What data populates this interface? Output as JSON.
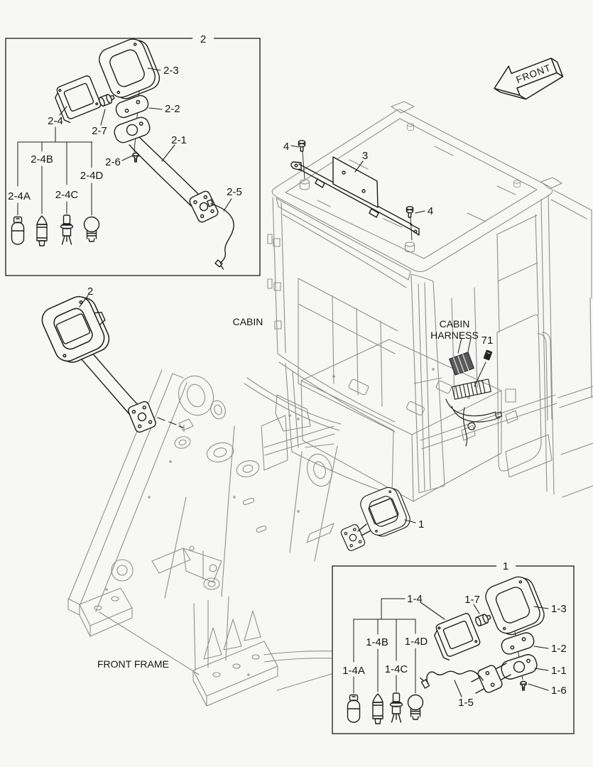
{
  "colors": {
    "background": "#f7f7f6",
    "machine_line": "#8f8f8f",
    "part_line": "#1e1e1e",
    "text": "#161616"
  },
  "front_arrow": {
    "label": "FRONT"
  },
  "main": {
    "cabin_label": "CABIN",
    "front_frame_label": "FRONT FRAME",
    "cabin_harness_line1": "CABIN",
    "cabin_harness_line2": "HARNESS",
    "callout_front_lamp_group": "2",
    "callout_rear_lamp_group": "1",
    "callout_mounting_plate": "3",
    "callout_bolt_left": "4",
    "callout_bolt_right": "4",
    "callout_harness_connector": "71"
  },
  "inset_front_lamp": {
    "box_label": "2",
    "callout_bracket": "2-1",
    "callout_cover": "2-2",
    "callout_ring": "2-3",
    "callout_lamp": "2-4",
    "callout_harness": "2-5",
    "callout_screw": "2-6",
    "callout_knob": "2-7",
    "bulb_a": "2-4A",
    "bulb_b": "2-4B",
    "bulb_c": "2-4C",
    "bulb_d": "2-4D"
  },
  "inset_rear_lamp": {
    "box_label": "1",
    "callout_bracket": "1-1",
    "callout_cover": "1-2",
    "callout_ring": "1-3",
    "callout_lamp": "1-4",
    "callout_harness": "1-5",
    "callout_screw": "1-6",
    "callout_knob": "1-7",
    "bulb_a": "1-4A",
    "bulb_b": "1-4B",
    "bulb_c": "1-4C",
    "bulb_d": "1-4D"
  }
}
